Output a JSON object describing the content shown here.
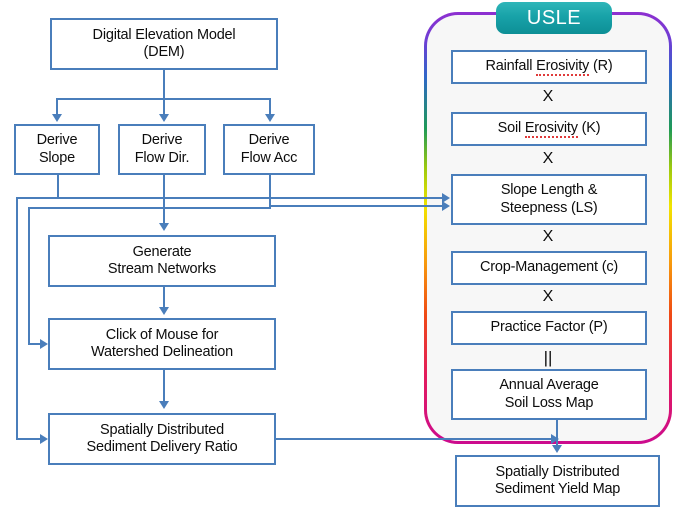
{
  "diagram": {
    "title": "GIS-based USLE soil loss and sediment yield workflow",
    "background_color": "#ffffff",
    "box_border_color": "#4a7ebb",
    "connector_color": "#4a7ebb",
    "usle_panel_background": "#f7f7f7",
    "usle_badge_color": "#18a2a8"
  },
  "left_flow": {
    "dem": {
      "line1": "Digital Elevation Model",
      "line2": "(DEM)"
    },
    "derive_slope": {
      "line1": "Derive",
      "line2": "Slope"
    },
    "derive_flow_dir": {
      "line1": "Derive",
      "line2": "Flow Dir."
    },
    "derive_flow_acc": {
      "line1": "Derive",
      "line2": "Flow Acc"
    },
    "stream_networks": {
      "line1": "Generate",
      "line2": "Stream Networks"
    },
    "watershed": {
      "line1": "Click of Mouse for",
      "line2": "Watershed Delineation"
    },
    "sdr": {
      "line1": "Spatially Distributed",
      "line2": "Sediment Delivery Ratio"
    }
  },
  "usle": {
    "badge_label": "USLE",
    "factors": [
      {
        "text_before": "Rainfall ",
        "misspelled": "Erosivity",
        "text_after": " (R)",
        "full": "Rainfall Erosivity (R)"
      },
      {
        "text_before": "Soil ",
        "misspelled": "Erosivity",
        "text_after": " (K)",
        "full": "Soil Erosivity (K)"
      },
      {
        "line1": "Slope Length &",
        "line2": "Steepness (LS)",
        "full": "Slope Length & Steepness (LS)"
      },
      {
        "full": "Crop-Management (c)"
      },
      {
        "full": "Practice Factor (P)"
      },
      {
        "line1": "Annual Average",
        "line2": "Soil Loss Map",
        "full": "Annual Average Soil Loss Map"
      }
    ],
    "operators": [
      "X",
      "X",
      "X",
      "X",
      "||"
    ]
  },
  "output": {
    "sediment_yield": {
      "line1": "Spatially Distributed",
      "line2": "Sediment Yield Map"
    }
  }
}
